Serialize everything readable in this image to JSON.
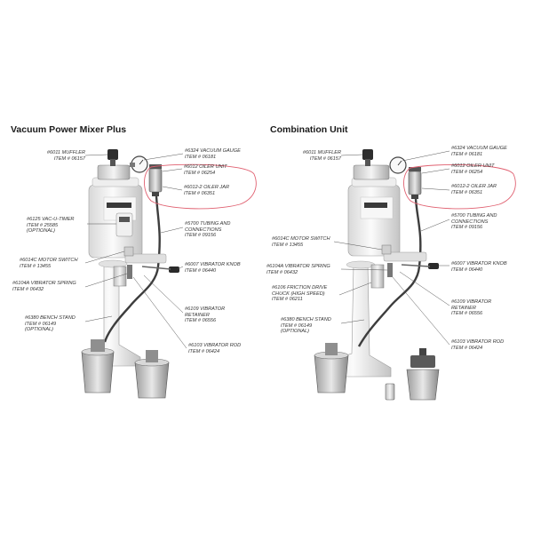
{
  "left_panel": {
    "title": "Vacuum Power Mixer Plus",
    "labels": {
      "muffler": [
        "#6011 MUFFLER",
        "ITEM # 06157"
      ],
      "vacuum_gauge": [
        "#6324 VACUUM GAUGE",
        "ITEM # 06181"
      ],
      "oiler_unit": [
        "#6012 OILER UNIT",
        "ITEM # 06254"
      ],
      "oiler_jar": [
        "#6012-2 OILER JAR",
        "ITEM # 06351"
      ],
      "vac_u_timer": [
        "#6125 VAC-U-TIMER",
        "ITEM # 25585",
        "(OPTIONAL)"
      ],
      "tubing": [
        "#5700 TUBING AND",
        "CONNECTIONS",
        "ITEM # 09156"
      ],
      "motor_switch": [
        "#6014C MOTOR SWITCH",
        "ITEM # 13455"
      ],
      "vibrator_knob": [
        "#6007 VIBRATOR KNOB",
        "ITEM # 06440"
      ],
      "vibrator_spring": [
        "#6104A VIBRATOR SPRING",
        "ITEM # 06432"
      ],
      "vibrator_retainer": [
        "#6109 VIBRATOR",
        "RETAINER",
        "ITEM # 06556"
      ],
      "bench_stand": [
        "#6380 BENCH STAND",
        "ITEM # 06149",
        "(OPTIONAL)"
      ],
      "vibrator_rod": [
        "#6103 VIBRATOR ROD",
        "ITEM # 06424"
      ]
    }
  },
  "right_panel": {
    "title": "Combination Unit",
    "labels": {
      "muffler": [
        "#6011 MUFFLER",
        "ITEM # 06157"
      ],
      "vacuum_gauge": [
        "#6324 VACUUM GAUGE",
        "ITEM # 06181"
      ],
      "oiler_unit": [
        "#6012 OILER UNIT",
        "ITEM # 06254"
      ],
      "oiler_jar": [
        "#6012-2 OILER JAR",
        "ITEM # 06351"
      ],
      "tubing": [
        "#5700 TUBING AND",
        "CONNECTIONS",
        "ITEM # 09156"
      ],
      "motor_switch": [
        "#6014C MOTOR SWITCH",
        "ITEM # 13455"
      ],
      "vibrator_knob": [
        "#6007 VIBRATOR KNOB",
        "ITEM # 06440"
      ],
      "vibrator_spring": [
        "#6104A VIBRATOR SPRING",
        "ITEM # 06432"
      ],
      "friction_drive": [
        "#6106 FRICTION DRIVE",
        "CHUCK (HIGH SPEED)",
        "ITEM # 06211"
      ],
      "vibrator_retainer": [
        "#6109 VIBRATOR",
        "RETAINER",
        "ITEM # 06556"
      ],
      "bench_stand": [
        "#6380 BENCH STAND",
        "ITEM # 06149",
        "(OPTIONAL)"
      ],
      "vibrator_rod": [
        "#6103 VIBRATOR ROD",
        "ITEM # 06424"
      ]
    }
  },
  "highlight_color": "#e06070"
}
